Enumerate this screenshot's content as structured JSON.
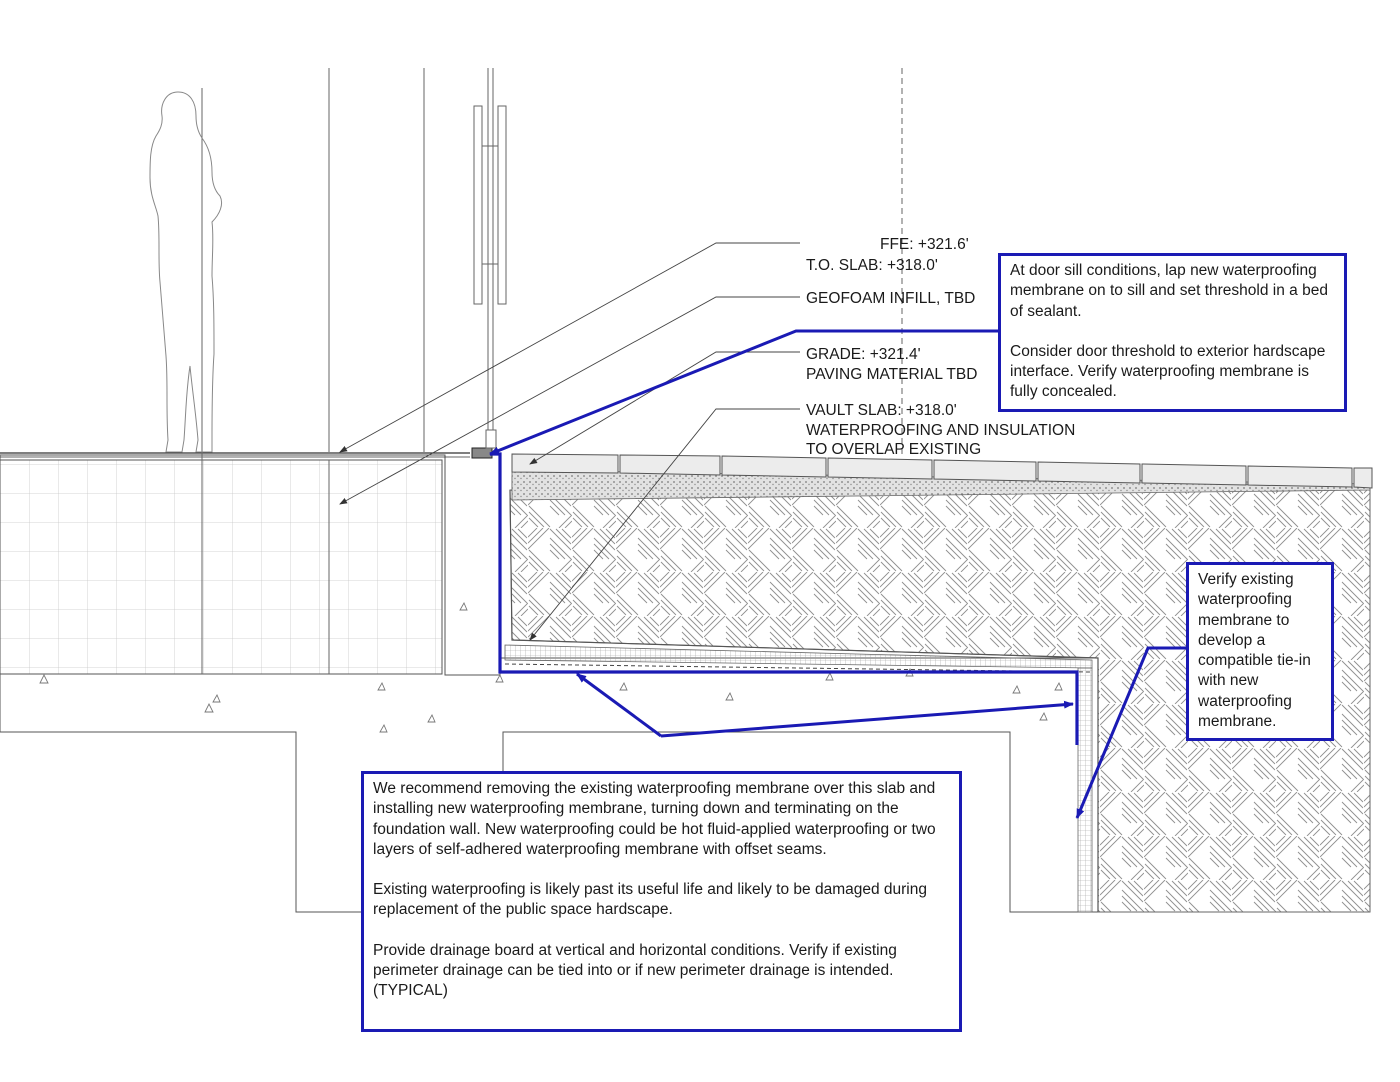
{
  "labels": {
    "ffe": "FFE:  +321.6'",
    "to_slab": "T.O. SLAB:  +318.0'",
    "geofoam": "GEOFOAM INFILL, TBD",
    "grade": "GRADE: +321.4'",
    "paving": "PAVING MATERIAL TBD",
    "vault_slab": "VAULT SLAB:  +318.0'",
    "wp_insulation_1": "WATERPROOFING AND INSULATION",
    "wp_insulation_2": "TO OVERLAP EXISTING"
  },
  "notes": {
    "door_sill": {
      "p1": "At door sill conditions, lap new waterproofing membrane on to sill and set threshold in a bed of sealant.",
      "p2": "Consider door threshold to exterior hardscape interface. Verify waterproofing membrane is fully concealed."
    },
    "verify_existing": {
      "p1": "Verify existing waterproofing membrane to develop a compatible tie-in with new waterproofing membrane."
    },
    "recommend": {
      "p1": "We recommend removing the existing waterproofing membrane over this slab and installing new waterproofing membrane, turning down and terminating on the foundation wall. New waterproofing could be hot fluid-applied waterproofing or two layers of self-adhered waterproofing membrane with offset seams.",
      "p2": "Existing waterproofing is likely past its useful life and likely to be damaged during replacement of the public space hardscape.",
      "p3": "Provide drainage board at vertical and horizontal conditions. Verify if existing perimeter drainage can be tied into or if new perimeter drainage is intended. (TYPICAL)"
    }
  },
  "colors": {
    "annotation_blue": "#1a1ab4",
    "linework": "#444444",
    "hatch": "#9a9a9a"
  }
}
